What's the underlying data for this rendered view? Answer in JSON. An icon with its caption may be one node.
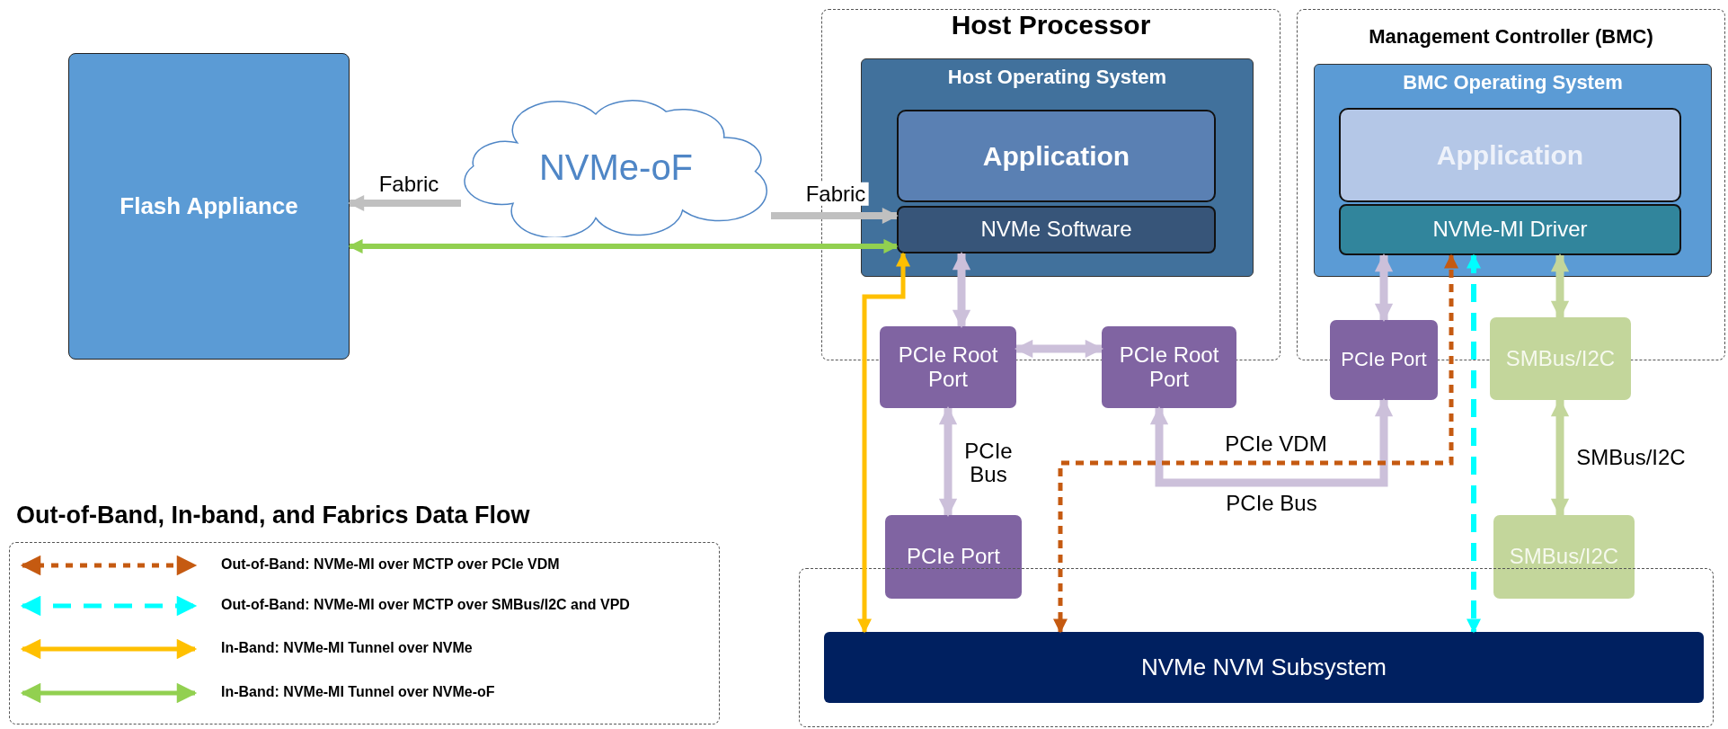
{
  "diagram": {
    "nodes": [
      {
        "text": [
          "Flash Appliance"
        ]
      },
      {
        "text": [
          "NVMe-oF"
        ]
      },
      {
        "text": [
          "Host Processor"
        ]
      },
      {
        "text": [
          "Host Operating System"
        ],
        "in": 2
      },
      {
        "text": [
          "Application"
        ],
        "in": 3
      },
      {
        "text": [
          "NVMe Software"
        ],
        "in": 3
      },
      {
        "text": [
          "Management Controller (BMC)"
        ]
      },
      {
        "text": [
          "BMC Operating System"
        ],
        "in": 6
      },
      {
        "text": [
          "Application"
        ],
        "in": 7
      },
      {
        "text": [
          "NVMe-MI Driver"
        ],
        "in": 7
      },
      {
        "text": [
          "PCIe Root Port"
        ]
      },
      {
        "text": [
          "PCIe Root Port"
        ]
      },
      {
        "text": [
          "PCIe Port"
        ]
      },
      {
        "text": [
          "SMBus/I2C"
        ]
      },
      {
        "text": [
          "PCIe Port"
        ]
      },
      {
        "text": [
          "SMBus/I2C"
        ]
      },
      {
        "text": [],
        "shape": "box"
      },
      {
        "text": [
          "NVMe NVM Subsystem"
        ],
        "in": 16
      }
    ],
    "edges": [
      {
        "from": 1,
        "to": 0,
        "arrow": "to",
        "label": "Fabric",
        "color": "#c0c0c0"
      },
      {
        "from": 1,
        "to": 5,
        "arrow": "to",
        "label": "Fabric",
        "color": "#c0c0c0"
      },
      {
        "from": 0,
        "to": 5,
        "arrow": "both",
        "color": "#92d050"
      },
      {
        "from": 5,
        "to": 17,
        "arrow": "both",
        "color": "#ffc000"
      },
      {
        "from": 5,
        "to": 10,
        "arrow": "both"
      },
      {
        "from": 10,
        "to": 11,
        "arrow": "both"
      },
      {
        "from": 10,
        "to": 14,
        "arrow": "both",
        "label": "PCIe Bus"
      },
      {
        "from": 11,
        "to": 12,
        "arrow": "both",
        "label": "PCIe Bus"
      },
      {
        "from": 12,
        "to": 9,
        "arrow": "both"
      },
      {
        "from": 13,
        "to": 9,
        "arrow": "both",
        "color": "#c3d69b"
      },
      {
        "from": 13,
        "to": 15,
        "arrow": "both",
        "label": "SMBus/I2C",
        "color": "#c3d69b"
      },
      {
        "from": 9,
        "to": 17,
        "arrow": "both",
        "label": "PCIe VDM",
        "style": "dashed",
        "color": "#c55a11"
      },
      {
        "from": 9,
        "to": 17,
        "arrow": "both",
        "style": "dashed",
        "color": "#00ffff"
      }
    ],
    "labels": [
      "Out-of-Band, In-band, and Fabrics Data Flow"
    ],
    "legend": [
      {
        "text": "Out-of-Band: NVMe-MI over MCTP over PCIe VDM"
      },
      {
        "text": "Out-of-Band: NVMe-MI over MCTP over SMBus/I2C and VPD"
      },
      {
        "text": "In-Band: NVMe-MI Tunnel over NVMe"
      },
      {
        "text": "In-Band: NVMe-MI Tunnel over NVMe-oF"
      }
    ]
  }
}
